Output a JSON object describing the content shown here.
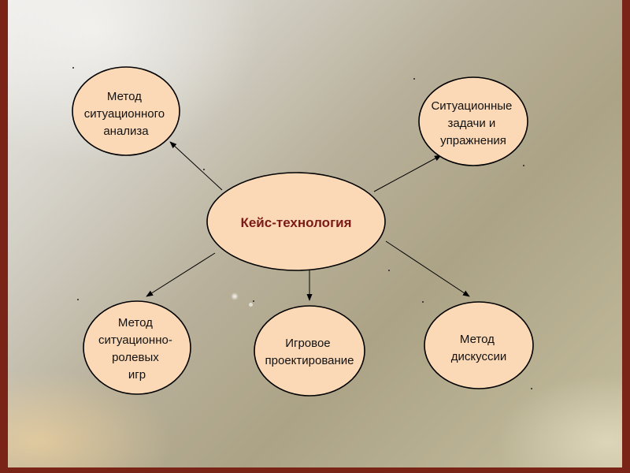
{
  "colors": {
    "node_fill": "#fcd9b6",
    "center_text": "#7b1a16",
    "frame": "#7a2418"
  },
  "center": {
    "label": "Кейс-технология"
  },
  "nodes": [
    {
      "id": "situational-analysis",
      "lines": [
        "Метод",
        "ситуационного",
        "анализа"
      ]
    },
    {
      "id": "situational-tasks",
      "lines": [
        "Ситуационные",
        "задачи и",
        "упражнения"
      ]
    },
    {
      "id": "role-games",
      "lines": [
        "Метод",
        "ситуационно-",
        "ролевых",
        "игр"
      ]
    },
    {
      "id": "game-design",
      "lines": [
        "Игровое",
        "проектирование"
      ]
    },
    {
      "id": "discussion",
      "lines": [
        "Метод",
        "дискуссии"
      ]
    }
  ]
}
